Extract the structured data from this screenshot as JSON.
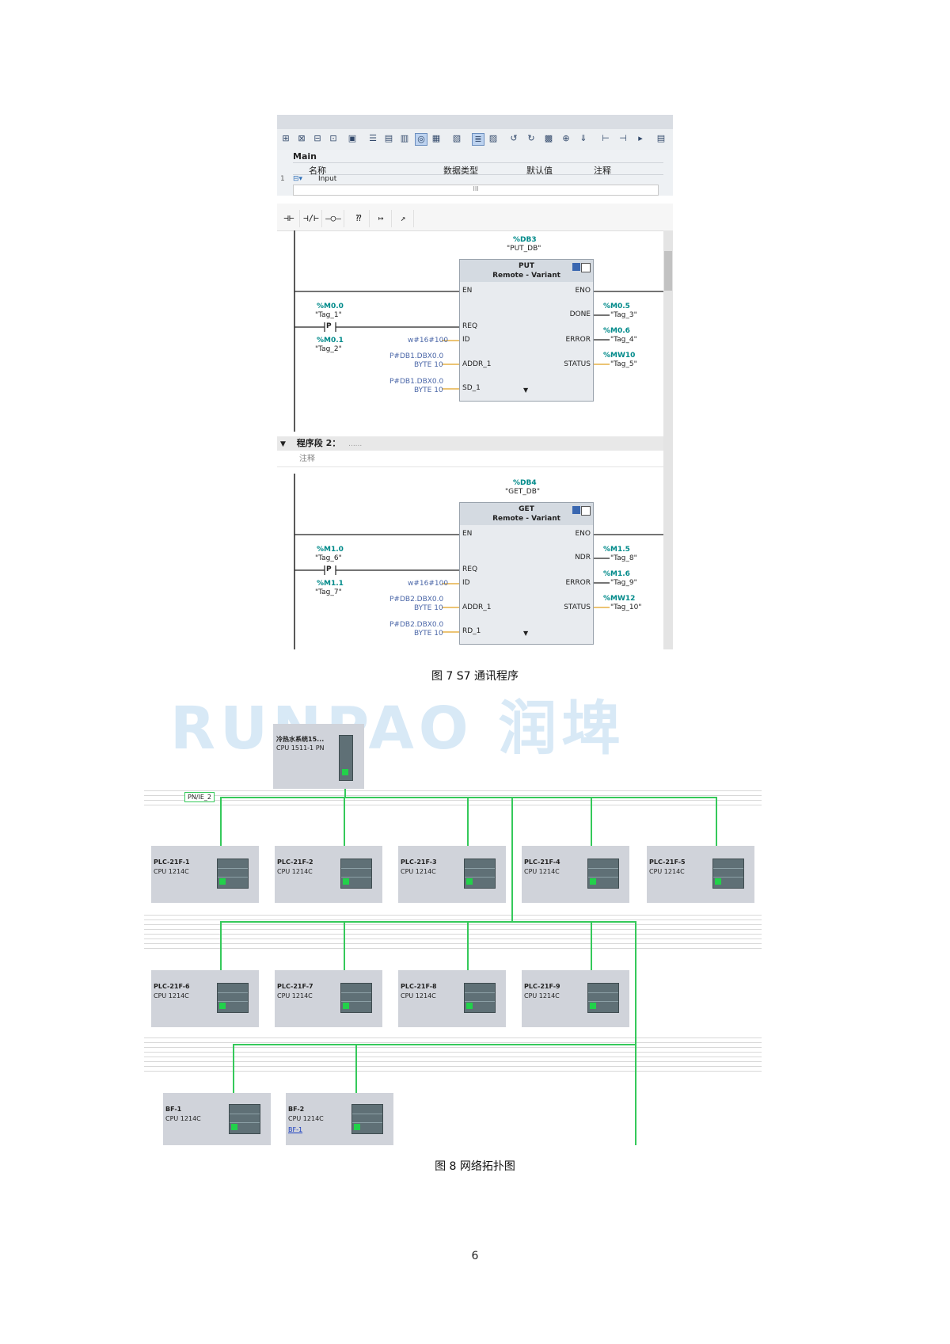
{
  "ladder": {
    "main_label": "Main",
    "headers": [
      "名称",
      "数据类型",
      "默认值",
      "注释"
    ],
    "row1_num": "1",
    "row1_label": "Input",
    "hscroll_mid": "III",
    "palette": [
      "⊣⊢",
      "⊣/⊢",
      "–○–",
      "⁇",
      "↦",
      "↗"
    ],
    "segment2": "程序段 2：",
    "segment2_dots": "......",
    "comment": "注释",
    "put": {
      "db_addr": "%DB3",
      "db_name": "\"PUT_DB\"",
      "title": "PUT",
      "subtitle": "Remote  -  Variant",
      "left_pins": [
        "EN",
        "REQ",
        "ID",
        "ADDR_1",
        "SD_1"
      ],
      "right_pins": [
        "ENO",
        "DONE",
        "ERROR",
        "STATUS"
      ],
      "in_tags": [
        {
          "addr": "%M0.0",
          "name": "\"Tag_1\""
        },
        {
          "addr": "%M0.1",
          "name": "\"Tag_2\""
        }
      ],
      "id_const": "w#16#100",
      "addr_const1": "P#DB1.DBX0.0",
      "addr_const2": "BYTE 10",
      "sd_const1": "P#DB1.DBX0.0",
      "sd_const2": "BYTE 10",
      "out_tags": [
        {
          "addr": "%M0.5",
          "name": "\"Tag_3\""
        },
        {
          "addr": "%M0.6",
          "name": "\"Tag_4\""
        },
        {
          "addr": "%MW10",
          "name": "\"Tag_5\""
        }
      ],
      "contact": "P"
    },
    "get": {
      "db_addr": "%DB4",
      "db_name": "\"GET_DB\"",
      "title": "GET",
      "subtitle": "Remote  -  Variant",
      "left_pins": [
        "EN",
        "REQ",
        "ID",
        "ADDR_1",
        "RD_1"
      ],
      "right_pins": [
        "ENO",
        "NDR",
        "ERROR",
        "STATUS"
      ],
      "in_tags": [
        {
          "addr": "%M1.0",
          "name": "\"Tag_6\""
        },
        {
          "addr": "%M1.1",
          "name": "\"Tag_7\""
        }
      ],
      "id_const": "w#16#100",
      "addr_const1": "P#DB2.DBX0.0",
      "addr_const2": "BYTE 10",
      "rd_const1": "P#DB2.DBX0.0",
      "rd_const2": "BYTE 10",
      "out_tags": [
        {
          "addr": "%M1.5",
          "name": "\"Tag_8\""
        },
        {
          "addr": "%M1.6",
          "name": "\"Tag_9\""
        },
        {
          "addr": "%MW12",
          "name": "\"Tag_10\""
        }
      ],
      "contact": "P"
    }
  },
  "caption7": "图 7  S7 通讯程序",
  "watermark": "RUNPAO 润埤",
  "network": {
    "master": {
      "name": "冷热水系统15...",
      "cpu": "CPU 1511-1 PN"
    },
    "subnet": "PN/IE_2",
    "row1": [
      {
        "name": "PLC-21F-1",
        "cpu": "CPU 1214C"
      },
      {
        "name": "PLC-21F-2",
        "cpu": "CPU 1214C"
      },
      {
        "name": "PLC-21F-3",
        "cpu": "CPU 1214C"
      },
      {
        "name": "PLC-21F-4",
        "cpu": "CPU 1214C"
      },
      {
        "name": "PLC-21F-5",
        "cpu": "CPU 1214C"
      }
    ],
    "row2": [
      {
        "name": "PLC-21F-6",
        "cpu": "CPU 1214C"
      },
      {
        "name": "PLC-21F-7",
        "cpu": "CPU 1214C"
      },
      {
        "name": "PLC-21F-8",
        "cpu": "CPU 1214C"
      },
      {
        "name": "PLC-21F-9",
        "cpu": "CPU 1214C"
      }
    ],
    "row3": [
      {
        "name": "BF-1",
        "cpu": "CPU 1214C"
      },
      {
        "name": "BF-2",
        "cpu": "CPU 1214C",
        "link": "BF-1"
      }
    ]
  },
  "caption8": "图 8  网络拓扑图",
  "page_number": "6"
}
